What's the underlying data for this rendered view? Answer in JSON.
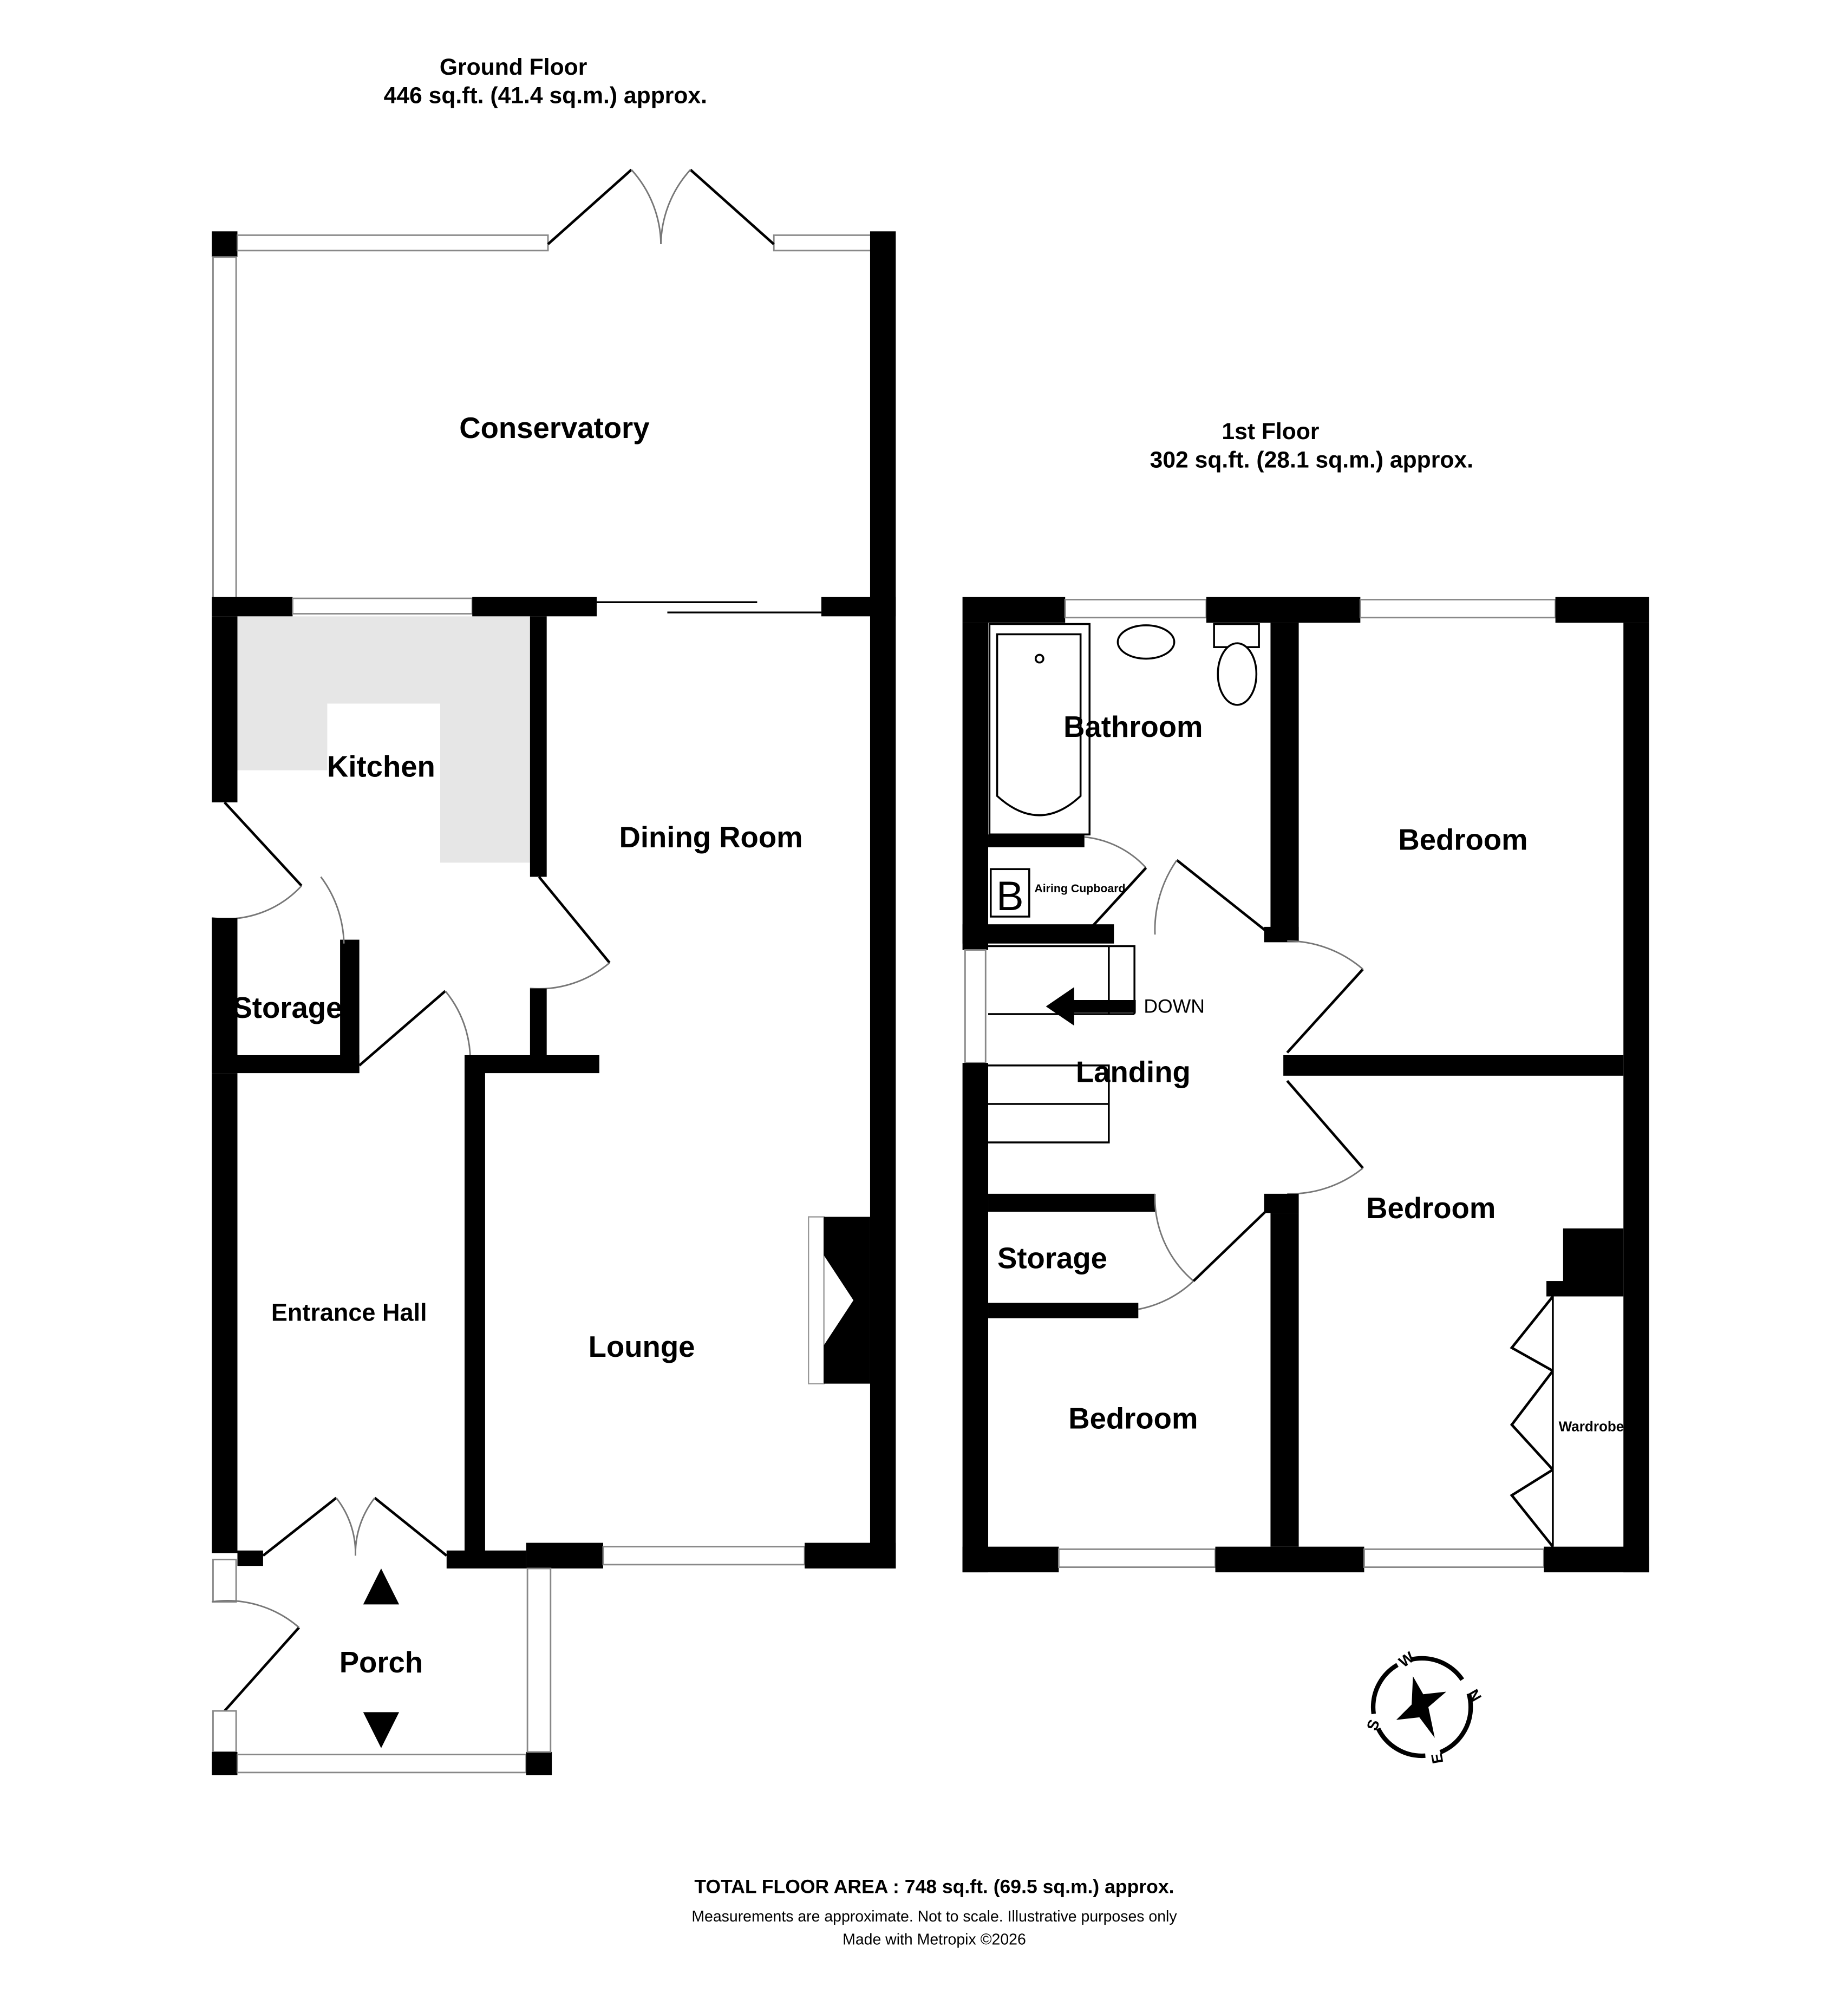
{
  "ground_floor": {
    "title": "Ground Floor",
    "area": "446 sq.ft. (41.4 sq.m.) approx.",
    "rooms": {
      "conservatory": "Conservatory",
      "kitchen": "Kitchen",
      "dining_room": "Dining Room",
      "storage": "Storage",
      "entrance_hall": "Entrance Hall",
      "lounge": "Lounge",
      "porch": "Porch"
    }
  },
  "first_floor": {
    "title": "1st Floor",
    "area": "302 sq.ft. (28.1 sq.m.) approx.",
    "rooms": {
      "bathroom": "Bathroom",
      "bedroom_1": "Bedroom",
      "airing_cupboard": "Airing Cupboard",
      "boiler": "B",
      "stairs_direction": "DOWN",
      "landing": "Landing",
      "storage": "Storage",
      "bedroom_2": "Bedroom",
      "bedroom_3": "Bedroom",
      "wardrobe": "Wardrobe"
    }
  },
  "compass": {
    "n": "N",
    "e": "E",
    "s": "S",
    "w": "W"
  },
  "footer": {
    "total": "TOTAL FLOOR AREA : 748 sq.ft. (69.5 sq.m.) approx.",
    "disclaimer": "Measurements are approximate.  Not to scale.  Illustrative purposes only",
    "credit": "Made with Metropix ©2026"
  },
  "colors": {
    "wall": "#000000",
    "counter": "#e6e6e6",
    "window": "#888888"
  }
}
